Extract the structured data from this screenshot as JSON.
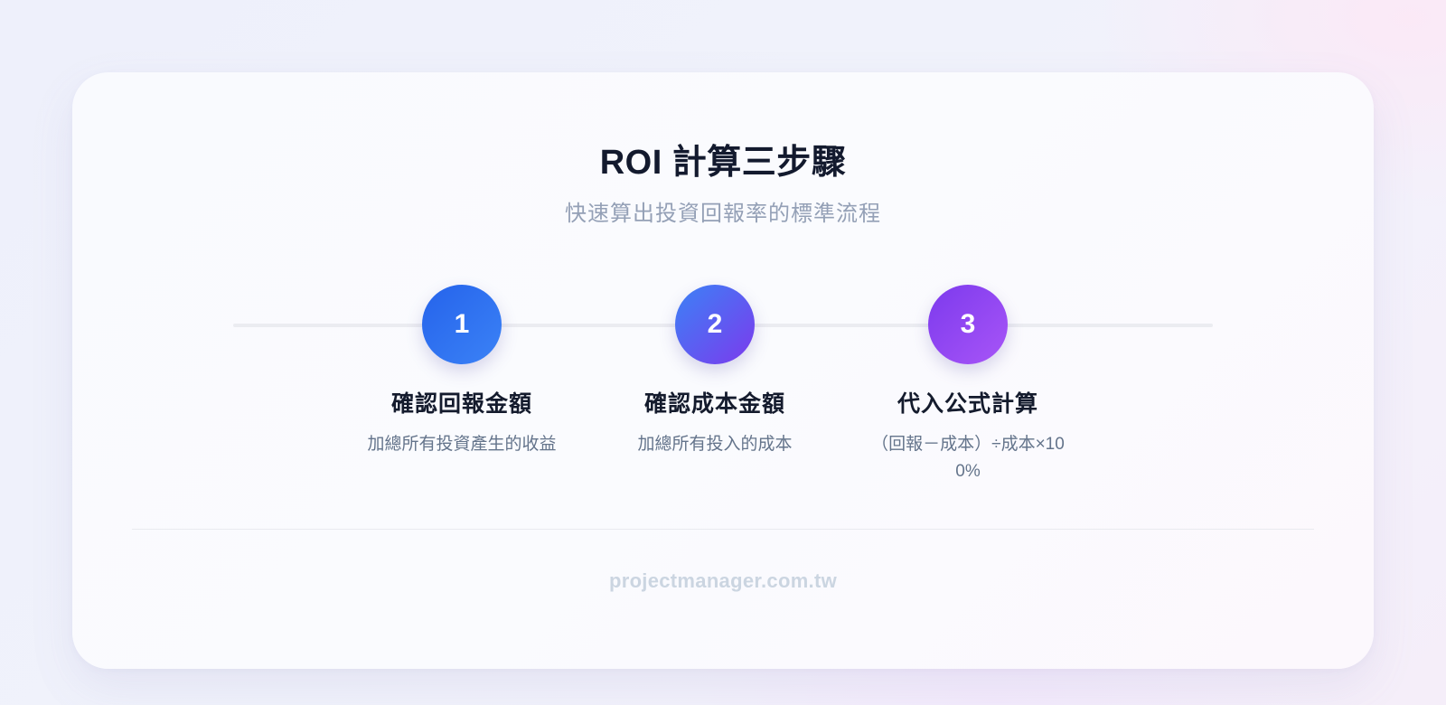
{
  "header": {
    "title": "ROI 計算三步驟",
    "subtitle": "快速算出投資回報率的標準流程"
  },
  "steps": [
    {
      "number": "1",
      "title": "確認回報金額",
      "description": "加總所有投資產生的收益",
      "color_start": "#2563eb",
      "color_end": "#3b82f6"
    },
    {
      "number": "2",
      "title": "確認成本金額",
      "description": "加總所有投入的成本",
      "color_start": "#3b82f6",
      "color_end": "#7c3aed"
    },
    {
      "number": "3",
      "title": "代入公式計算",
      "description": "（回報－成本）÷成本×100%",
      "color_start": "#7c3aed",
      "color_end": "#a855f7"
    }
  ],
  "footer": {
    "source": "projectmanager.com.tw"
  }
}
